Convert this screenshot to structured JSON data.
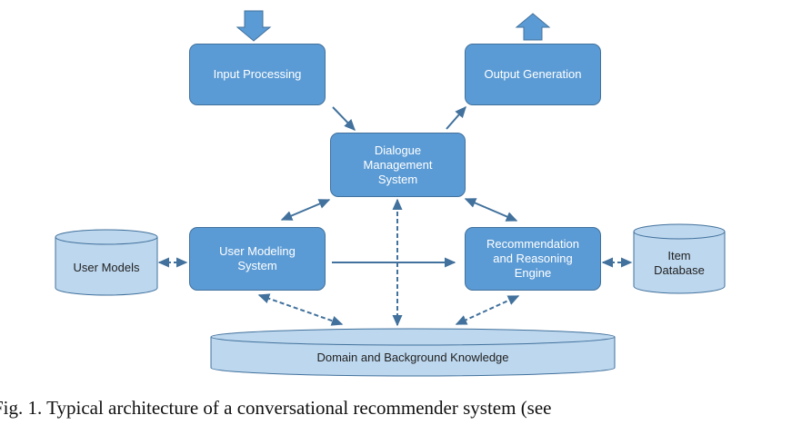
{
  "colors": {
    "box_fill": "#5b9bd5",
    "box_border": "#41719c",
    "cylinder_fill": "#bdd7ee",
    "cylinder_border": "#41719c",
    "arrow": "#41719c"
  },
  "nodes": {
    "input_processing": "Input Processing",
    "output_generation": "Output Generation",
    "dialogue_management": "Dialogue\nManagement\nSystem",
    "user_modeling": "User Modeling\nSystem",
    "recommendation_engine": "Recommendation\nand Reasoning\nEngine",
    "user_models": "User Models",
    "item_database": "Item\nDatabase",
    "domain_knowledge": "Domain and Background Knowledge"
  },
  "caption": "Fig. 1.  Typical architecture of a conversational recommender system (see"
}
